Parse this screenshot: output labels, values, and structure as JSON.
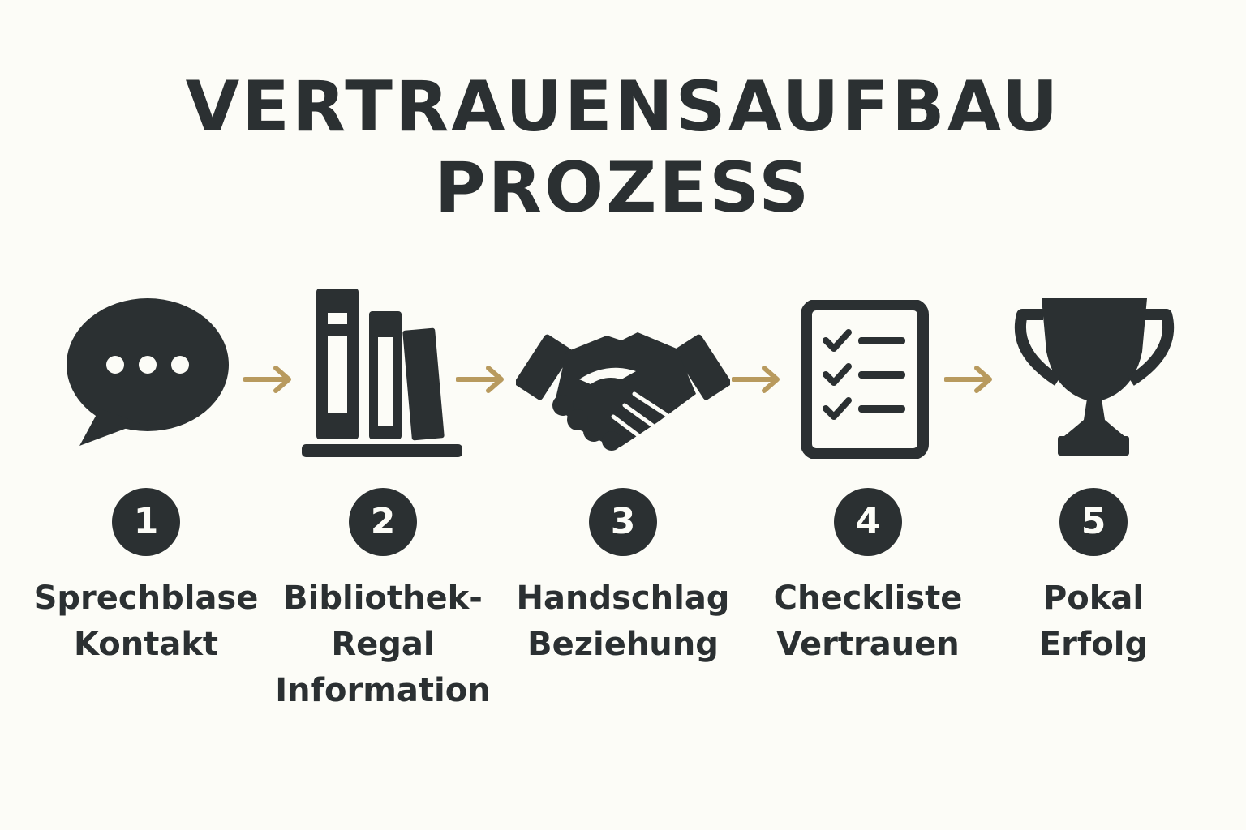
{
  "title": "VERTRAUENSAUFBAU PROZESS",
  "colors": {
    "background": "#fcfcf7",
    "icon": "#2b3032",
    "arrow": "#b89a5e"
  },
  "steps": [
    {
      "number": "1",
      "icon": "speech-bubble-icon",
      "label_lines": [
        "Sprechblase",
        "Kontakt"
      ]
    },
    {
      "number": "2",
      "icon": "bookshelf-icon",
      "label_lines": [
        "Bibliothek-",
        "Regal",
        "Information"
      ]
    },
    {
      "number": "3",
      "icon": "handshake-icon",
      "label_lines": [
        "Handschlag",
        "Beziehung"
      ]
    },
    {
      "number": "4",
      "icon": "checklist-icon",
      "label_lines": [
        "Checkliste",
        "Vertrauen"
      ]
    },
    {
      "number": "5",
      "icon": "trophy-icon",
      "label_lines": [
        "Pokal",
        "Erfolg"
      ]
    }
  ]
}
